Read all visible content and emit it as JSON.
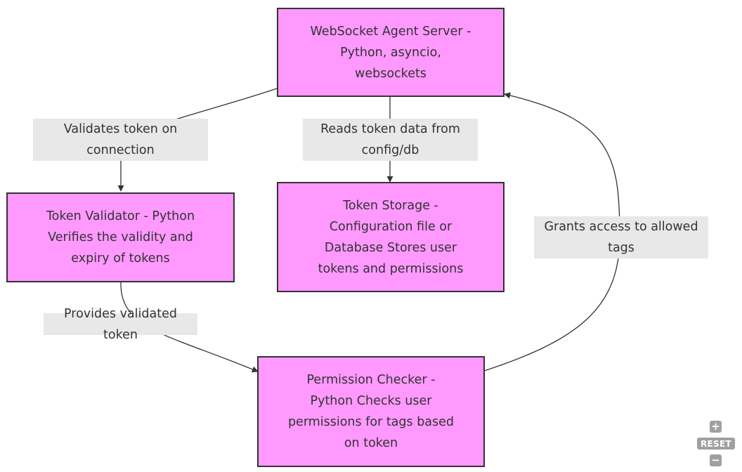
{
  "colors": {
    "node_fill": "#ff99ff",
    "node_stroke": "#333333",
    "edge_stroke": "#333333",
    "label_bg": "#e8e8e8",
    "control_bg": "#a0a0a0"
  },
  "nodes": {
    "server": {
      "label": "WebSocket Agent Server - Python, asyncio, websockets"
    },
    "validator": {
      "label": "Token Validator - Python Verifies the validity and expiry of tokens"
    },
    "storage": {
      "label": "Token Storage - Configuration file or Database Stores user tokens and permissions"
    },
    "checker": {
      "label": "Permission Checker - Python Checks user permissions for tags based on token"
    }
  },
  "edges": {
    "server_to_validator": {
      "label": "Validates token on connection"
    },
    "server_to_storage": {
      "label": "Reads token data from config/db"
    },
    "validator_to_checker": {
      "label": "Provides validated token"
    },
    "checker_to_server": {
      "label": "Grants access to allowed tags"
    }
  },
  "controls": {
    "zoom_in": "+",
    "reset": "RESET",
    "zoom_out": "−"
  }
}
